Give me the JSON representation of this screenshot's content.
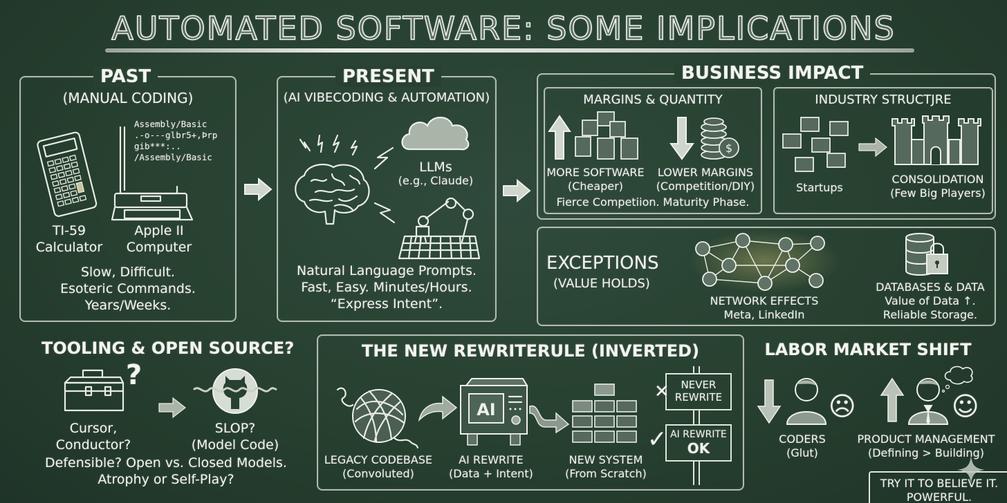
{
  "title": "AUTOMATED SOFTWARE: SOME IMPLICATIONS",
  "colors": {
    "background": "#27402f",
    "chalk": "#f2f4ef",
    "panel_border": "#e1e6dc"
  },
  "past": {
    "heading": "PAST",
    "subheading": "(MANUAL CODING)",
    "screen_code": [
      "Assembly/Basic",
      ".-o---glbr5+,Þrp",
      "gib***:..",
      "/Assembly/Basic"
    ],
    "items": [
      {
        "line1": "TI-59",
        "line2": "Calculator",
        "icon": "calculator-icon"
      },
      {
        "line1": "Apple II",
        "line2": "Computer",
        "icon": "computer-icon"
      }
    ],
    "summary": [
      "Slow, Difficult.",
      "Esoteric Commands.",
      "Years/Weeks."
    ]
  },
  "present": {
    "heading": "PRESENT",
    "subheading": "(AI VIBECODING & AUTOMATION)",
    "llm_label": "LLMs",
    "llm_sub": "(e.g., Claude)",
    "icons": [
      "brain-icon",
      "cloud-icon",
      "robot-arm-icon",
      "keyboard-icon",
      "lightning-icon"
    ],
    "summary": [
      "Natural Language Prompts.",
      "Fast, Easy. Minutes/Hours.",
      "“Express Intent”."
    ]
  },
  "business": {
    "heading": "BUSINESS IMPACT",
    "margins": {
      "heading": "MARGINS & QUANTITY",
      "left_label": "MORE SOFTWARE",
      "left_sub": "(Cheaper)",
      "right_label": "LOWER MARGINS",
      "right_sub": "(Competition/DIY)",
      "footer": "Fierce Competiion. Maturity Phase."
    },
    "industry": {
      "heading": "INDUSTRY STRUCTJRE",
      "left_label": "Startups",
      "right_label": "CONSOLIDATION",
      "right_sub": "(Few Big Players)"
    }
  },
  "exceptions": {
    "heading": "EXCEPTIONS",
    "subheading": "(VALUE HOLDS)",
    "network_label": "NETWORK EFFECTS",
    "network_sub": "Meta, LinkedIn",
    "data_label": "DATABASES & DATA",
    "data_sub1": "Value of Data ↑.",
    "data_sub2": "Reliable Storage."
  },
  "tooling": {
    "heading": "TOOLING & OPEN SOURCE?",
    "left_label1": "Cursor,",
    "left_label2": "Conductor?",
    "right_label1": "SLOP?",
    "right_label2": "(Model Code)",
    "question_mark": "?",
    "summary": [
      "Defensible? Open vs. Closed Models.",
      "Atrophy or Self-Play?"
    ]
  },
  "rewrite": {
    "heading": "THE NEW REWRITERULE (INVERTED)",
    "legacy_label": "LEGACY CODEBASE",
    "legacy_sub": "(Convoluted)",
    "ai_box_text": "AI",
    "ai_label": "AI REWRITE",
    "ai_sub": "(Data + Intent)",
    "new_label": "NEW SYSTEM",
    "new_sub": "(From Scratch)",
    "sign_top1": "NEVER",
    "sign_top2": "REWRITE",
    "sign_bottom1": "AI REWRITE",
    "sign_bottom2": "OK",
    "cross_mark": "✕",
    "check_mark": "✓"
  },
  "labor": {
    "heading": "LABOR MARKET SHIFT",
    "coders_label": "CODERS",
    "coders_sub": "(Glut)",
    "pm_label": "PRODUCT MANAGEMENT",
    "pm_sub": "(Defining > Building)",
    "sad_face": "☹",
    "happy_face": "☺"
  },
  "callout": {
    "line1": "TRY IT TO BELIEVE IT.",
    "line2": "POWERFUL."
  }
}
